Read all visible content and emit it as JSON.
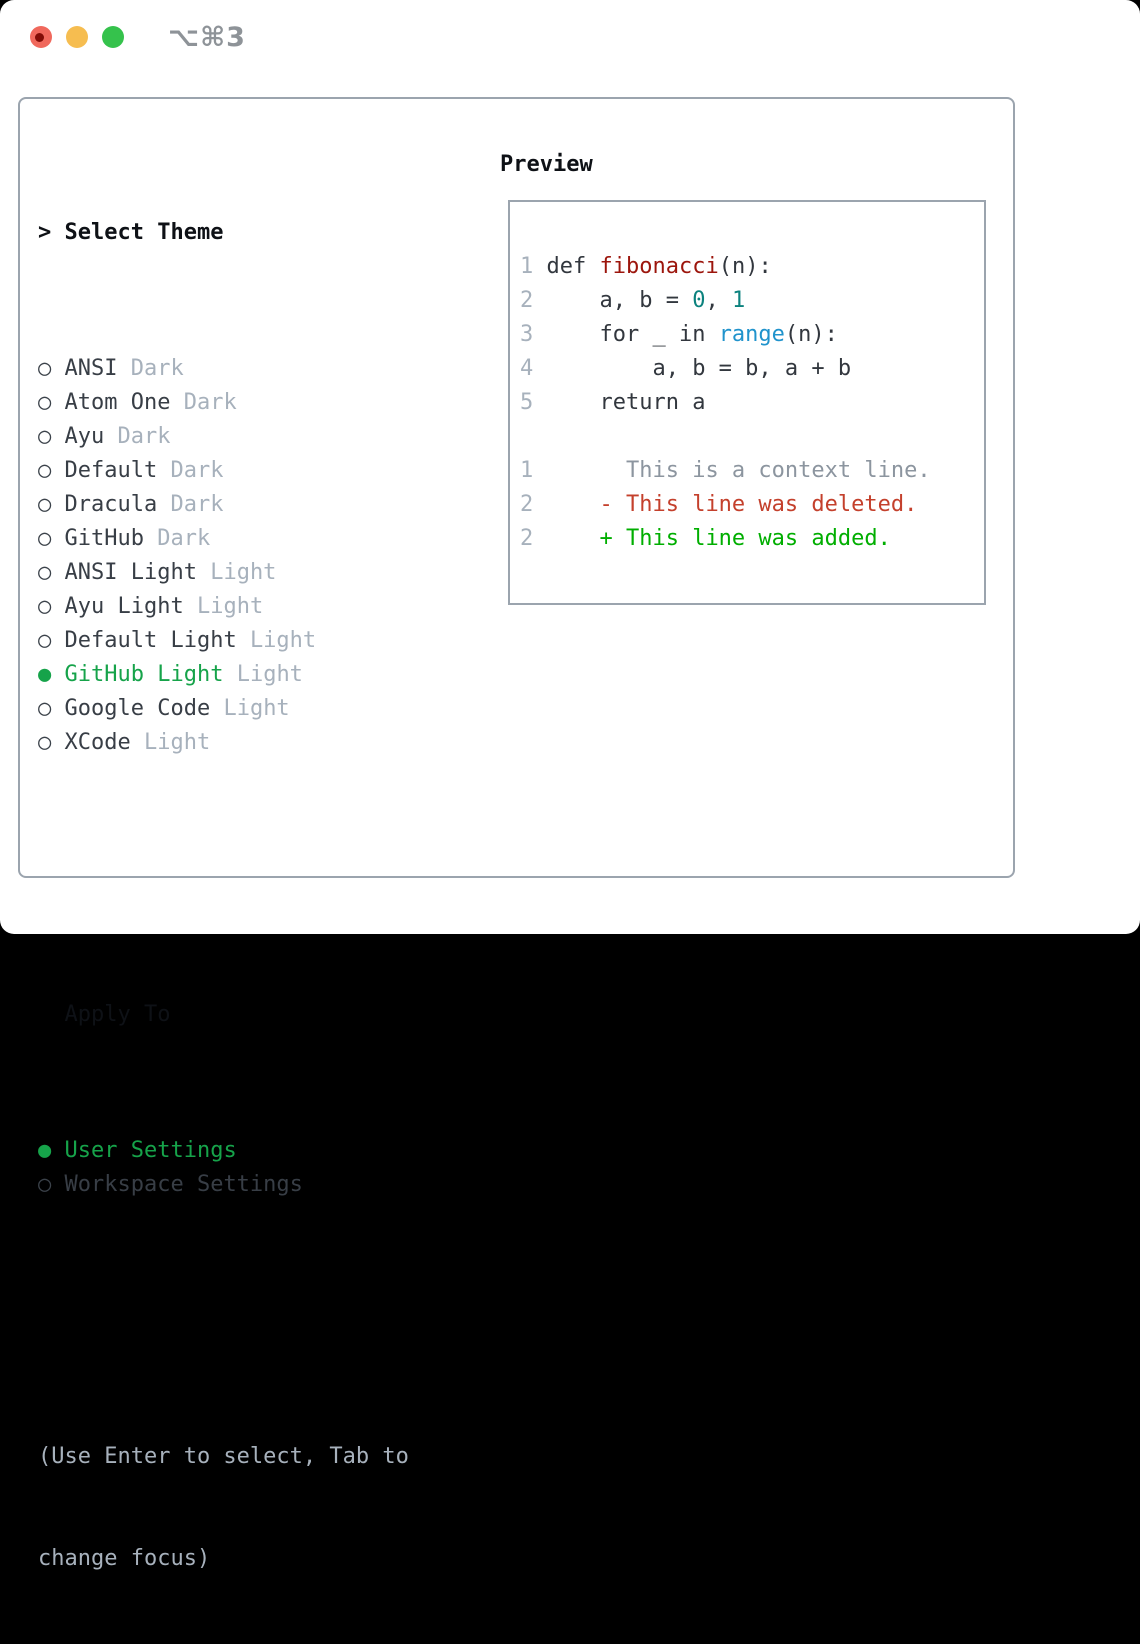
{
  "window": {
    "title": "⌥⌘3",
    "traffic_lights": [
      "close",
      "minimize",
      "zoom"
    ]
  },
  "glyphs": {
    "radio_selected": "●",
    "radio_unselected": "○",
    "prompt": ">"
  },
  "colors": {
    "bg_outer": "#000000",
    "window_bg": "#ffffff",
    "border": "#9ba4ae",
    "title_black": "#0e1116",
    "titlebar_text": "#8e9398",
    "item_name": "#383e46",
    "muted": "#a7b1bc",
    "radio_ring": "#3b424a",
    "accent_green": "#16a34a",
    "hint": "#a7b1bc",
    "code": "#32373e",
    "func": "#9c150c",
    "num": "#0c827e",
    "builtin": "#2093cc",
    "ctx": "#8c959f",
    "del": "#c4402c",
    "add": "#00ae00",
    "traffic_red": "#f0685c",
    "traffic_red_dot": "#820c06",
    "traffic_yellow": "#f6bd50",
    "traffic_green": "#35c24c"
  },
  "panel": {
    "theme_list": {
      "prompt": ">",
      "title": "Select Theme",
      "items": [
        {
          "name": "ANSI",
          "variant": "Dark",
          "selected": false
        },
        {
          "name": "Atom One",
          "variant": "Dark",
          "selected": false
        },
        {
          "name": "Ayu",
          "variant": "Dark",
          "selected": false
        },
        {
          "name": "Default",
          "variant": "Dark",
          "selected": false
        },
        {
          "name": "Dracula",
          "variant": "Dark",
          "selected": false
        },
        {
          "name": "GitHub",
          "variant": "Dark",
          "selected": false
        },
        {
          "name": "ANSI Light",
          "variant": "Light",
          "selected": false
        },
        {
          "name": "Ayu Light",
          "variant": "Light",
          "selected": false
        },
        {
          "name": "Default Light",
          "variant": "Light",
          "selected": false
        },
        {
          "name": "GitHub Light",
          "variant": "Light",
          "selected": true
        },
        {
          "name": "Google Code",
          "variant": "Light",
          "selected": false
        },
        {
          "name": "XCode",
          "variant": "Light",
          "selected": false
        }
      ]
    },
    "apply_to": {
      "title": "Apply To",
      "options": [
        {
          "label": "User Settings",
          "selected": true
        },
        {
          "label": "Workspace Settings",
          "selected": false
        }
      ]
    },
    "hint": {
      "line1": "(Use Enter to select, Tab to",
      "line2": "change focus)"
    },
    "preview": {
      "title": "Preview",
      "lines": [
        {
          "no": "1",
          "tokens": [
            {
              "c": "code",
              "t": "def "
            },
            {
              "c": "func",
              "t": "fibonacci"
            },
            {
              "c": "code",
              "t": "(n):"
            }
          ]
        },
        {
          "no": "2",
          "tokens": [
            {
              "c": "code",
              "t": "    a, b = "
            },
            {
              "c": "num",
              "t": "0"
            },
            {
              "c": "code",
              "t": ", "
            },
            {
              "c": "num",
              "t": "1"
            }
          ]
        },
        {
          "no": "3",
          "tokens": [
            {
              "c": "code",
              "t": "    for _ in "
            },
            {
              "c": "builtin",
              "t": "range"
            },
            {
              "c": "code",
              "t": "(n):"
            }
          ]
        },
        {
          "no": "4",
          "tokens": [
            {
              "c": "code",
              "t": "        a, b = b, a + b"
            }
          ]
        },
        {
          "no": "5",
          "tokens": [
            {
              "c": "code",
              "t": "    return a"
            }
          ]
        },
        {
          "no": "",
          "tokens": []
        },
        {
          "no": "1",
          "tokens": [
            {
              "c": "ctx",
              "t": "      This is a context line."
            }
          ]
        },
        {
          "no": "2",
          "tokens": [
            {
              "c": "del",
              "t": "    - This line was deleted."
            }
          ]
        },
        {
          "no": "2",
          "tokens": [
            {
              "c": "add",
              "t": "    + This line was added."
            }
          ]
        }
      ]
    }
  }
}
